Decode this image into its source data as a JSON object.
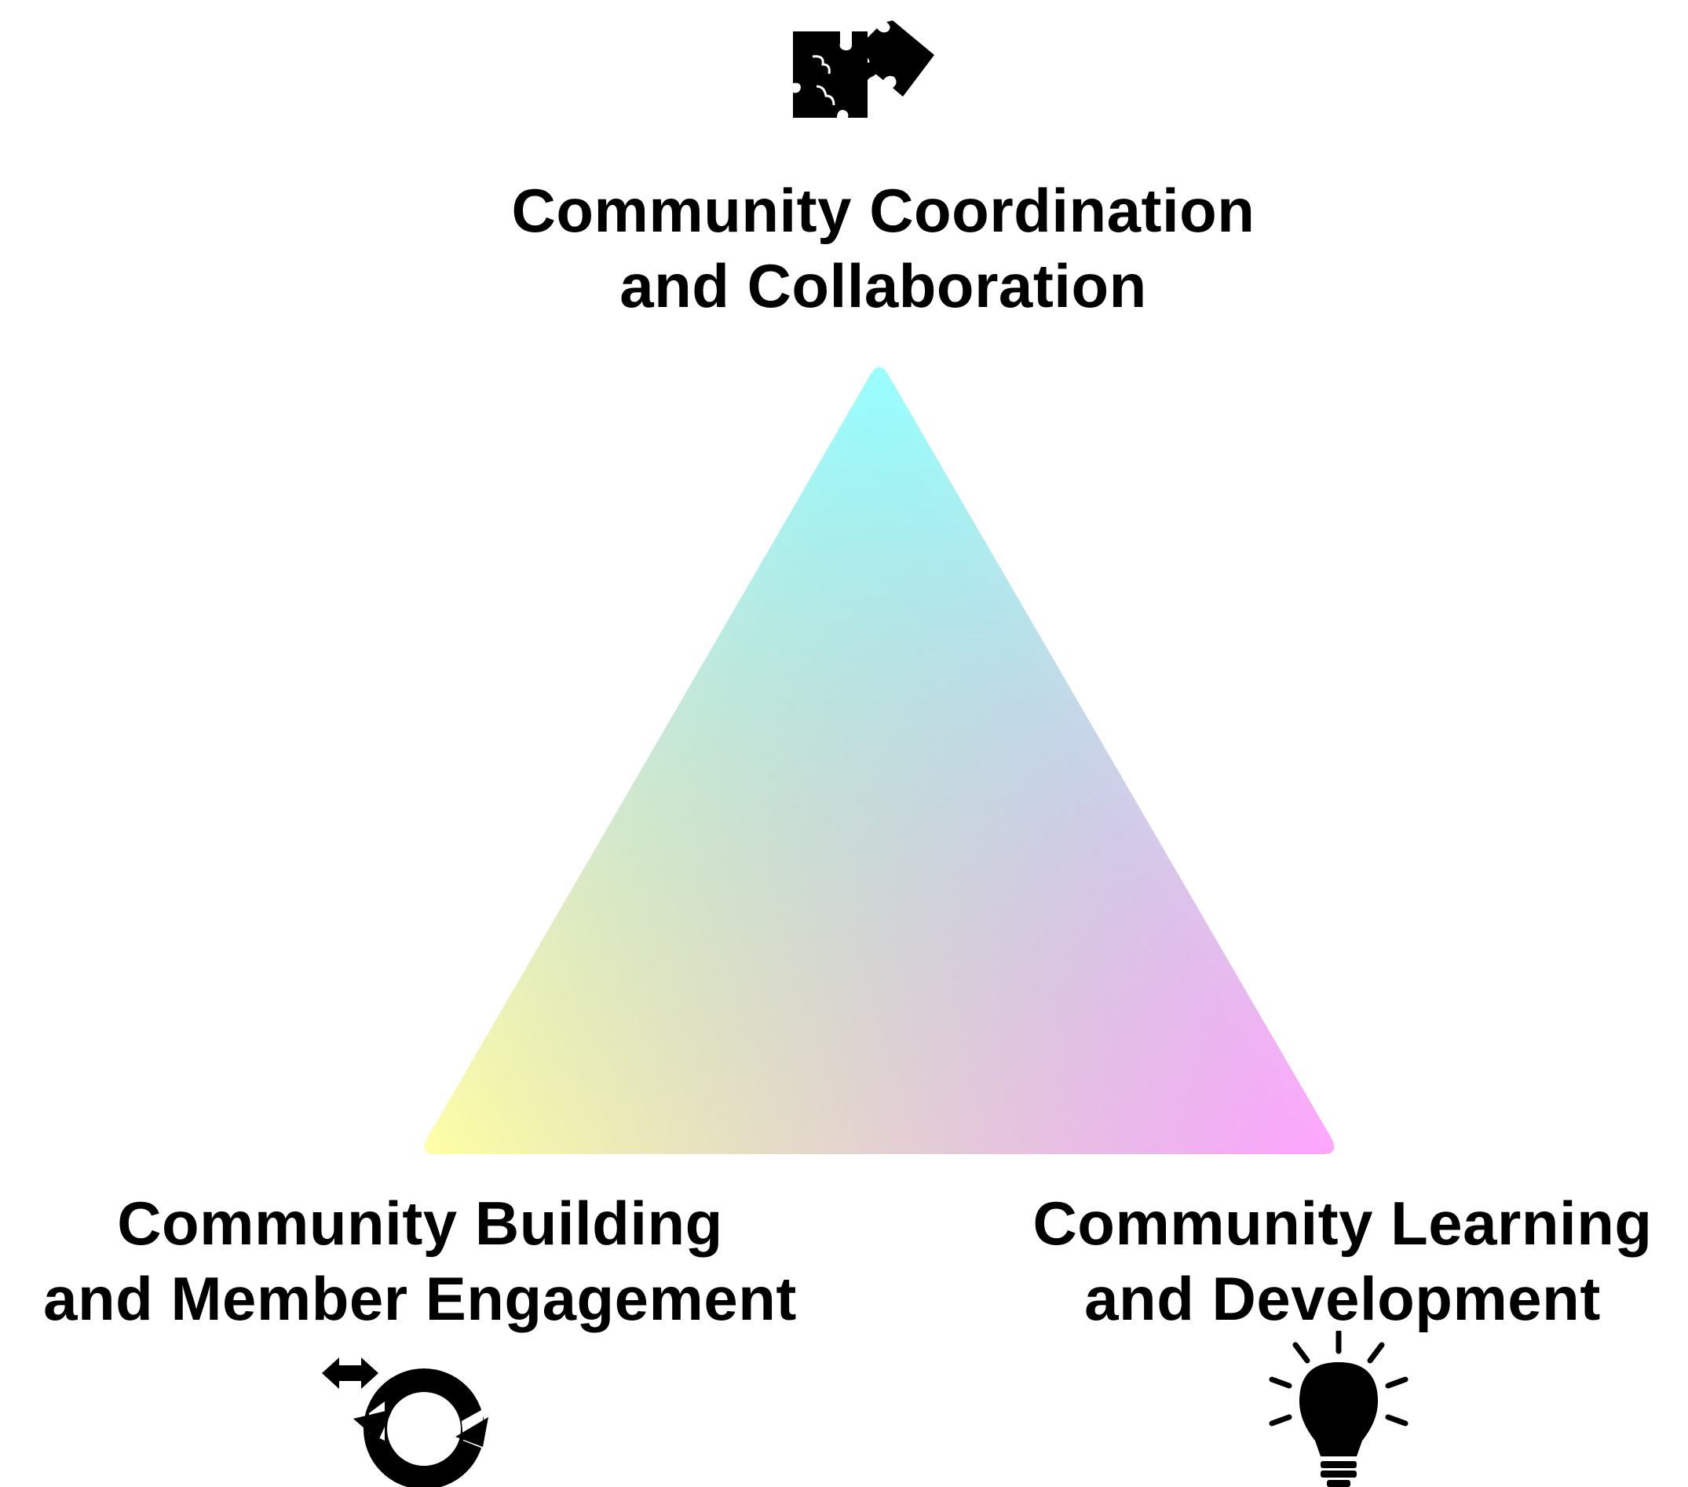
{
  "diagram": {
    "type": "ternary-triangle",
    "vertices": {
      "top": {
        "label_lines": [
          "Community Coordination",
          "and Collaboration"
        ],
        "icon": "puzzle-icon",
        "color": "#00FFFF"
      },
      "bottom_left": {
        "label_lines": [
          "Community Building",
          "and Member Engagement"
        ],
        "icon": "cycle-arrows-icon",
        "color": "#FFFF00"
      },
      "bottom_right": {
        "label_lines": [
          "Community Learning",
          "and Development"
        ],
        "icon": "lightbulb-icon",
        "color": "#FF00FF"
      }
    }
  }
}
